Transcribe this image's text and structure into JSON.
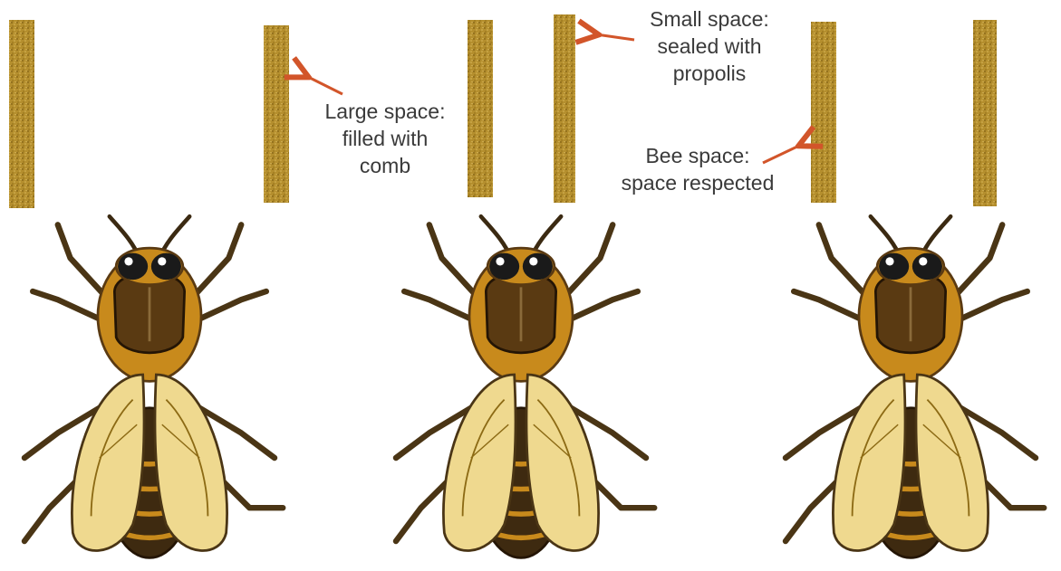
{
  "colors": {
    "frame_bar": "#b08a2a",
    "frame_bar_dark": "#8c6a14",
    "arrow": "#d2552a",
    "label_text": "#3a3a3a",
    "bee_body": "#5a3a12",
    "bee_wing": "#efd98f",
    "bee_fuzz": "#c88a1c"
  },
  "labels": {
    "large_space": {
      "line1": "Large space:",
      "line2": "filled with",
      "line3": "comb"
    },
    "small_space": {
      "line1": "Small space:",
      "line2": "sealed with",
      "line3": "propolis"
    },
    "bee_space": {
      "line1": "Bee space:",
      "line2": "space respected"
    }
  },
  "panels": [
    {
      "scenario": "large-space",
      "bee_icon": "honeybee-icon"
    },
    {
      "scenario": "small-space",
      "bee_icon": "honeybee-icon"
    },
    {
      "scenario": "bee-space",
      "bee_icon": "honeybee-icon"
    }
  ]
}
